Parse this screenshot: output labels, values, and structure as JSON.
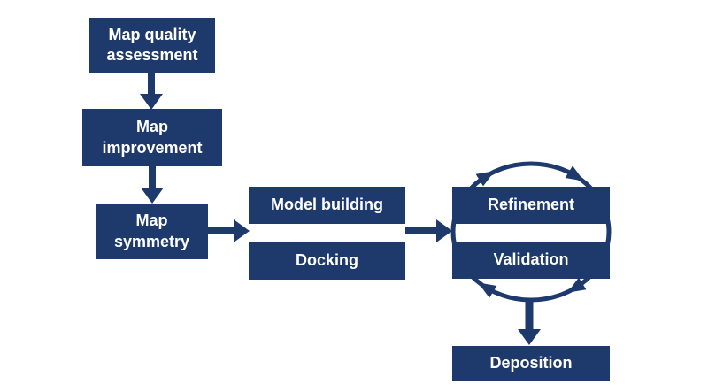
{
  "diagram": {
    "type": "flowchart",
    "colors": {
      "node_fill": "#1e3a6c",
      "node_text": "#ffffff",
      "background": "#ffffff"
    },
    "nodes": [
      {
        "id": "map-quality-assessment",
        "label": "Map quality assessment"
      },
      {
        "id": "map-improvement",
        "label": "Map improvement"
      },
      {
        "id": "map-symmetry",
        "label": "Map symmetry"
      },
      {
        "id": "model-building",
        "label": "Model building"
      },
      {
        "id": "docking",
        "label": "Docking"
      },
      {
        "id": "refinement",
        "label": "Refinement"
      },
      {
        "id": "validation",
        "label": "Validation"
      },
      {
        "id": "deposition",
        "label": "Deposition"
      }
    ],
    "edges": [
      {
        "from": "map-quality-assessment",
        "to": "map-improvement",
        "style": "arrow-down"
      },
      {
        "from": "map-improvement",
        "to": "map-symmetry",
        "style": "arrow-down"
      },
      {
        "from": "map-symmetry",
        "to": "model-building + docking",
        "style": "arrow-right"
      },
      {
        "from": "model-building + docking",
        "to": "refinement + validation",
        "style": "arrow-right"
      },
      {
        "from": "refinement",
        "to": "validation",
        "style": "clockwise-cycle-ring-4-arrowheads"
      },
      {
        "from": "refinement + validation",
        "to": "deposition",
        "style": "arrow-down"
      }
    ]
  }
}
